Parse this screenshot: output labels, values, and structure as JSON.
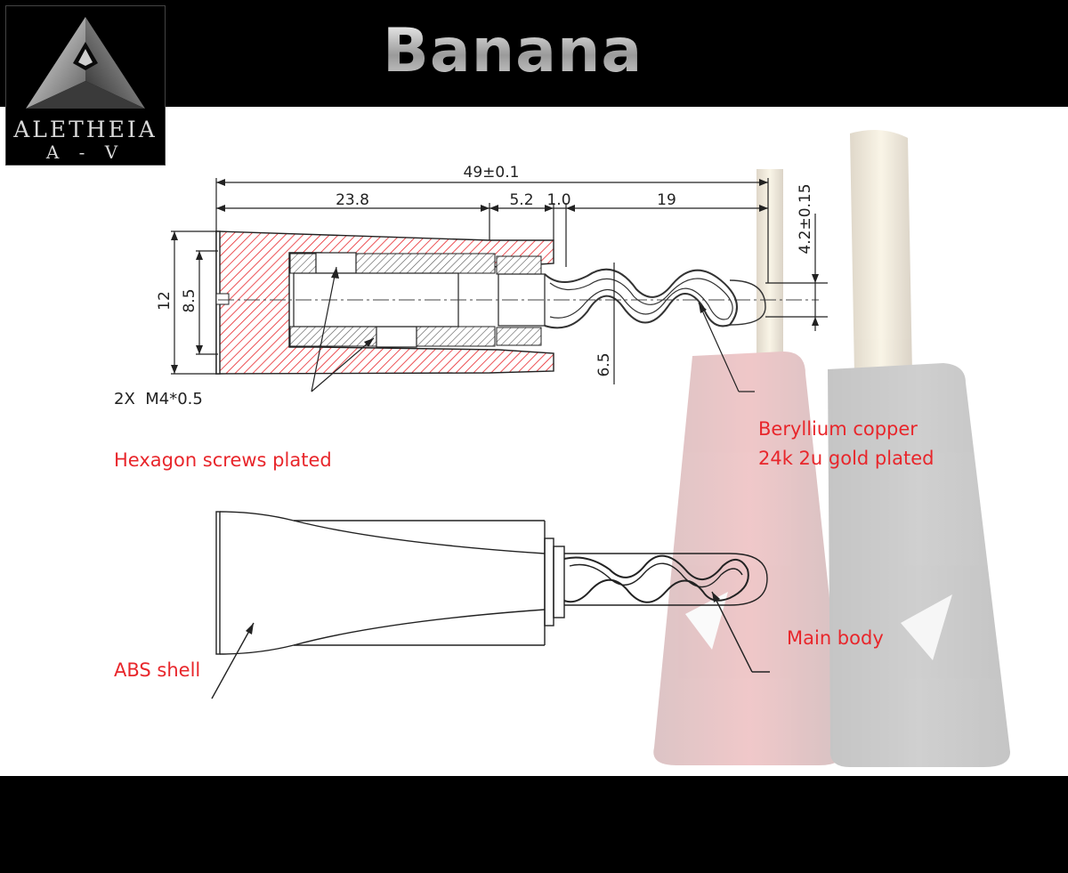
{
  "title": "Banana",
  "logo": {
    "brand": "ALETHEIA",
    "sub": "A - V",
    "icon": "triangle-logo-icon"
  },
  "dimensions": {
    "overall": "49±0.1",
    "body": "23.8",
    "collar": "5.2",
    "gap": "1.0",
    "pin": "19",
    "pin_diameter": "4.2±0.15",
    "outer_diameter": "12",
    "inner_diameter": "8.5",
    "spring_width": "6.5",
    "screw_spec": "2X  M4*0.5"
  },
  "labels": {
    "screws": "Hexagon screws plated",
    "copper_line1": "Beryllium copper",
    "copper_line2": "24k 2u gold plated",
    "main_body": "Main body",
    "shell": "ABS shell"
  },
  "colors": {
    "annotation": "#e8262b",
    "hatch": "#e8262b",
    "plug_red": "#8a0d12",
    "plug_black": "#1a1a1a"
  }
}
